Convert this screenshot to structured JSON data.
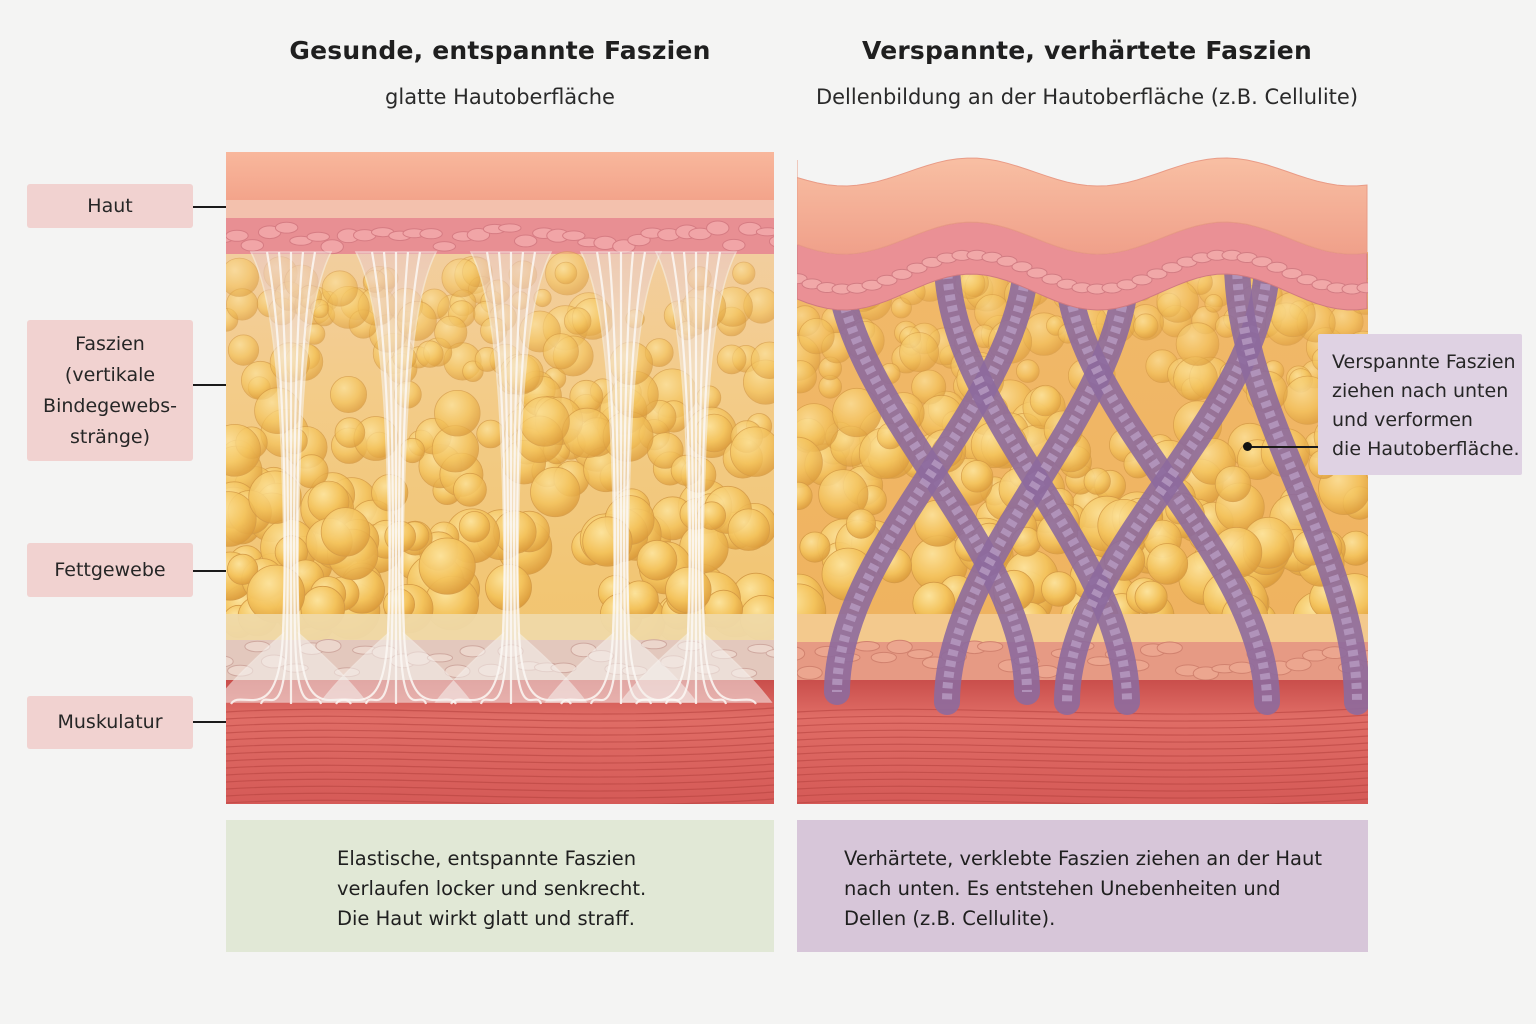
{
  "left": {
    "title": "Gesunde, entspannte Faszien",
    "subtitle": "glatte Hautoberfläche",
    "caption": [
      "Elastische, entspannte Faszien",
      "verlaufen locker und senkrecht.",
      "Die Haut wirkt glatt und straff."
    ]
  },
  "right": {
    "title": "Verspannte, verhärtete Faszien",
    "subtitle": "Dellenbildung an der Hautoberfläche (z.B. Cellulite)",
    "caption": [
      "Verhärtete, verklebte Faszien ziehen an der Haut",
      "nach unten. Es entstehen Unebenheiten und",
      "Dellen (z.B. Cellulite)."
    ],
    "callout": [
      "Verspannte Faszien",
      "ziehen nach unten",
      "und verformen",
      "die Hautoberfläche."
    ]
  },
  "labels": {
    "haut": "Haut",
    "faszien": [
      "Faszien",
      "(vertikale",
      "Bindegewebs-",
      "stränge)"
    ],
    "fettgewebe": "Fettgewebe",
    "muskulatur": "Muskulatur"
  },
  "colors": {
    "skin": "#f7b096",
    "dermis": "#ec9a98",
    "fat": "#f4c25c",
    "healthy_fascia": "#f1ede8",
    "tense_fascia": "#9d7ba8",
    "muscle": "#d95d5a"
  }
}
